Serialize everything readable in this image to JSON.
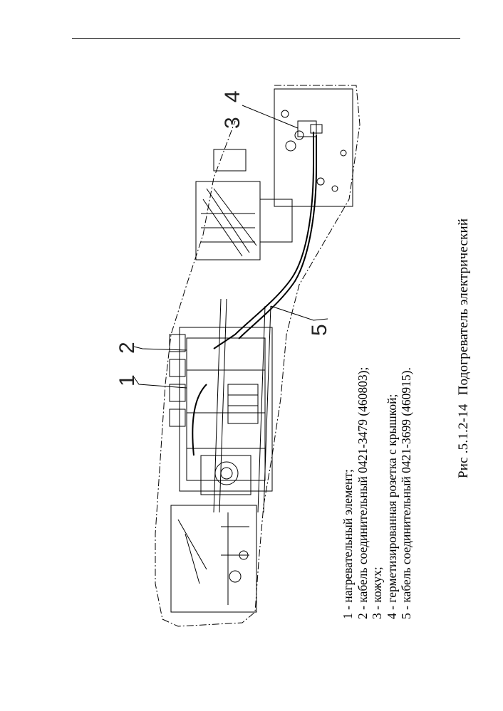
{
  "figure": {
    "caption_number": "Рис .5.1.2-14",
    "caption_title": "Подогреватель электрический"
  },
  "callouts": [
    "1",
    "2",
    "3",
    "4",
    "5"
  ],
  "legend": [
    "1 - нагревательный элемент;",
    "2 - кабель соединительный 0421-3479 (460803);",
    "3 - кожух;",
    "4 - герметизированная розетка с крышкой;",
    "5 - кабель соединительный 0421-3699 (460915)."
  ]
}
